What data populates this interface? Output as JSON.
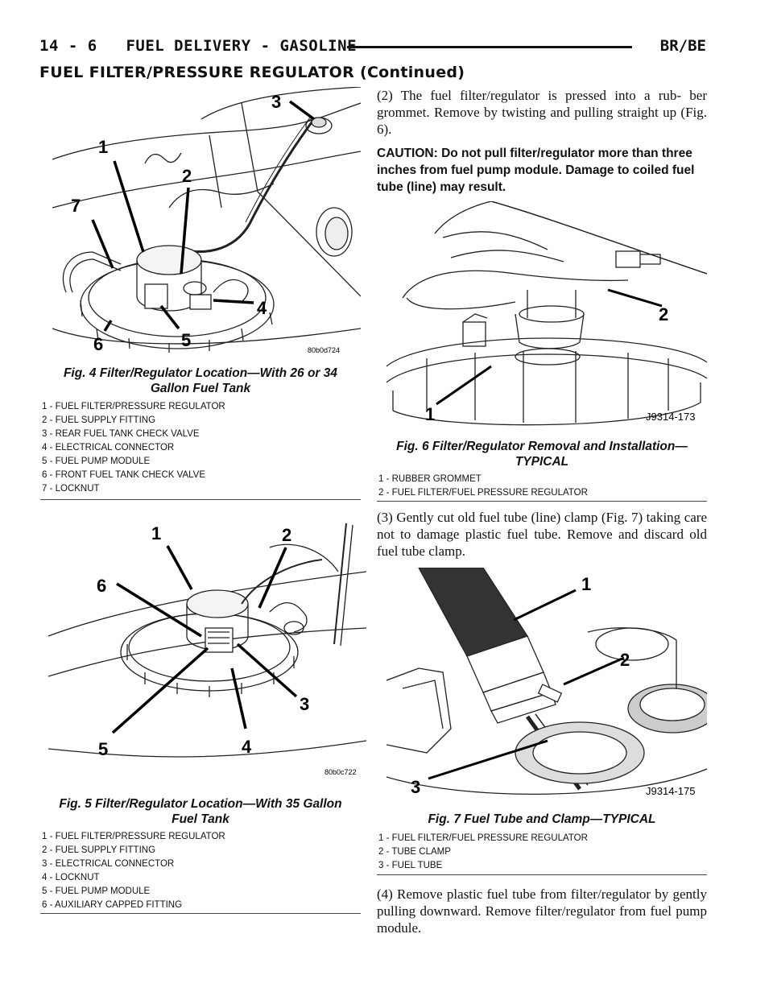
{
  "header": {
    "page_number": "14 - 6",
    "section_title": "FUEL DELIVERY - GASOLINE",
    "model_code": "BR/BE"
  },
  "subheader": "FUEL FILTER/PRESSURE REGULATOR (Continued)",
  "fig4": {
    "image_code": "80b0d724",
    "callouts": [
      "1",
      "2",
      "3",
      "4",
      "5",
      "6",
      "7"
    ],
    "caption_line1": "Fig. 4 Filter/Regulator Location—With 26 or 34",
    "caption_line2": "Gallon Fuel Tank",
    "legend": [
      "1 - FUEL FILTER/PRESSURE REGULATOR",
      "2 - FUEL SUPPLY FITTING",
      "3 - REAR FUEL TANK CHECK VALVE",
      "4 - ELECTRICAL CONNECTOR",
      "5 - FUEL PUMP MODULE",
      "6 - FRONT FUEL TANK CHECK VALVE",
      "7 - LOCKNUT"
    ]
  },
  "fig5": {
    "image_code": "80b0c722",
    "callouts": [
      "1",
      "2",
      "3",
      "4",
      "5",
      "6"
    ],
    "caption_line1": "Fig. 5 Filter/Regulator Location—With 35 Gallon",
    "caption_line2": "Fuel Tank",
    "legend": [
      "1 - FUEL FILTER/PRESSURE REGULATOR",
      "2 - FUEL SUPPLY FITTING",
      "3 - ELECTRICAL CONNECTOR",
      "4 - LOCKNUT",
      "5 - FUEL PUMP MODULE",
      "6 - AUXILIARY CAPPED FITTING"
    ]
  },
  "para2": "(2) The fuel filter/regulator is pressed into a rub- ber grommet. Remove by twisting and pulling straight up (Fig. 6).",
  "caution": "CAUTION: Do not pull filter/regulator more than three inches from fuel pump module. Damage to coiled fuel tube (line) may result.",
  "fig6": {
    "image_code": "J9314-173",
    "callouts": [
      "1",
      "2"
    ],
    "caption_line1": "Fig. 6 Filter/Regulator Removal and Installation—",
    "caption_line2": "TYPICAL",
    "legend": [
      "1 - RUBBER GROMMET",
      "2 - FUEL FILTER/FUEL PRESSURE REGULATOR"
    ]
  },
  "para3": "(3) Gently cut old fuel tube (line) clamp (Fig. 7) taking care not to damage plastic fuel tube. Remove and discard old fuel tube clamp.",
  "fig7": {
    "image_code": "J9314-175",
    "callouts": [
      "1",
      "2",
      "3"
    ],
    "caption": "Fig. 7 Fuel Tube and Clamp—TYPICAL",
    "legend": [
      "1 - FUEL FILTER/FUEL PRESSURE REGULATOR",
      "2 - TUBE CLAMP",
      "3 - FUEL TUBE"
    ]
  },
  "para4": "(4) Remove plastic fuel tube from filter/regulator by gently pulling downward. Remove filter/regulator from fuel pump module."
}
